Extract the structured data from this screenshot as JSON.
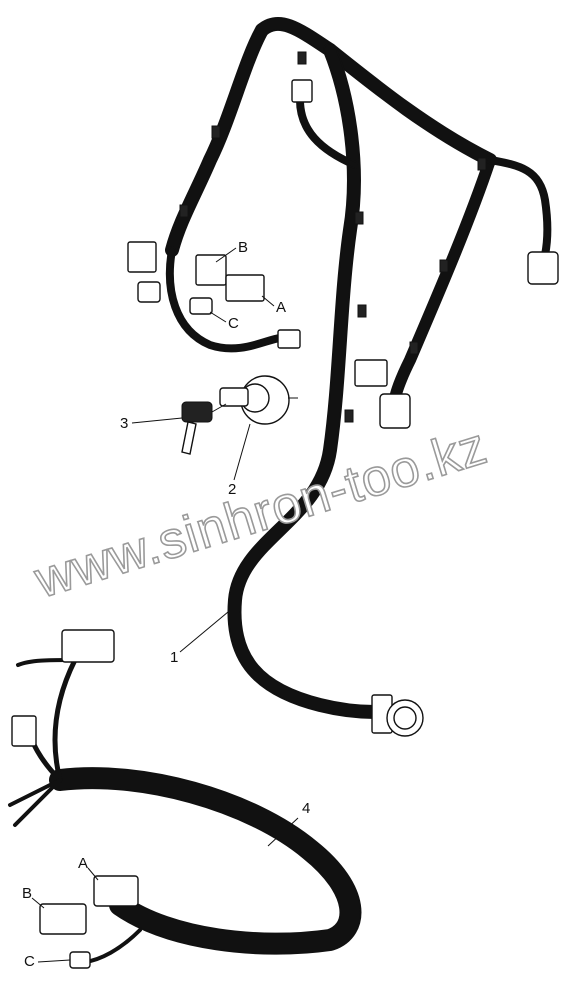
{
  "callouts": {
    "item1": "1",
    "item2": "2",
    "item3": "3",
    "item4": "4",
    "upper_a": "A",
    "upper_b": "B",
    "upper_c": "C",
    "lower_a": "A",
    "lower_b": "B",
    "lower_c": "C"
  },
  "watermark": "www.sinhron-too.kz",
  "colors": {
    "line": "#111111",
    "watermark_outline": "#9a9a9a"
  }
}
